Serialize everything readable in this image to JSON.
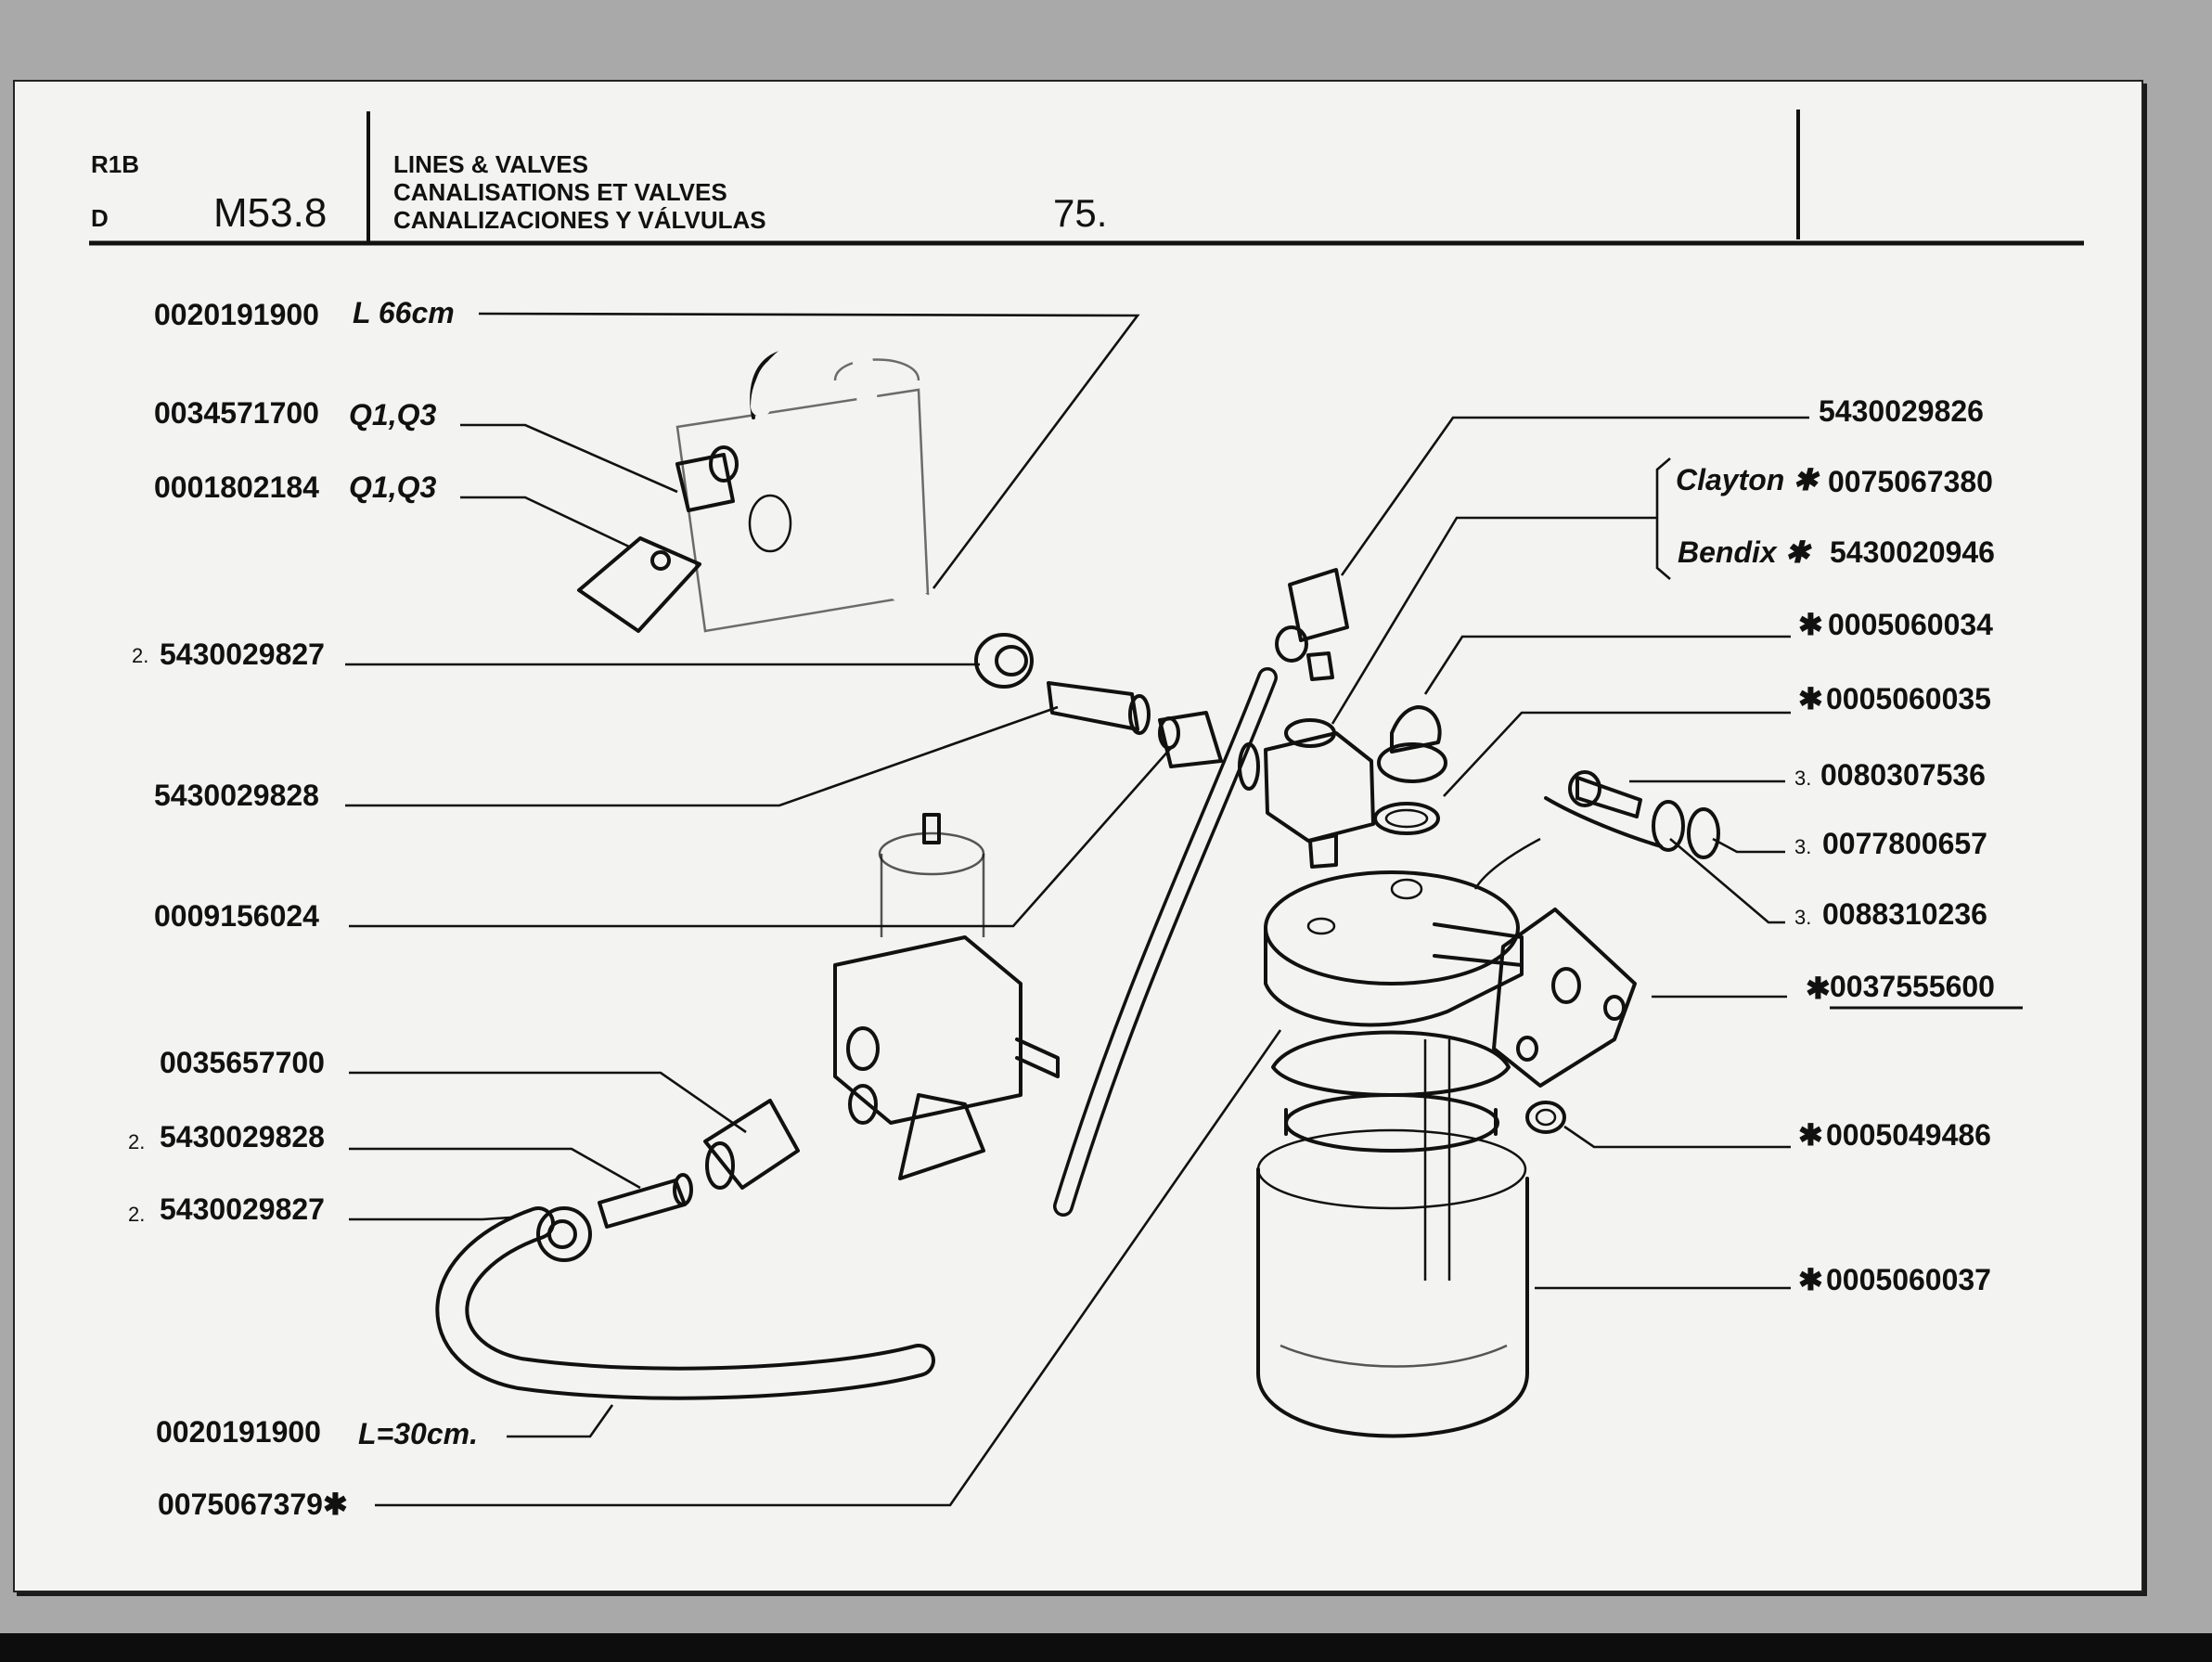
{
  "header": {
    "model": "R1B",
    "variant": "D",
    "section": "M53.8",
    "title_en": "LINES & VALVES",
    "title_fr": "CANALISATIONS ET VALVES",
    "title_es": "CANALIZACIONES Y VÁLVULAS",
    "page_number": "75."
  },
  "left_labels": [
    {
      "qty": "",
      "part": "0020191900",
      "note": "L 66cm"
    },
    {
      "qty": "",
      "part": "0034571700",
      "note": "Q1,Q3"
    },
    {
      "qty": "",
      "part": "0001802184",
      "note": "Q1,Q3"
    },
    {
      "qty": "2.",
      "part": "5430029827",
      "note": ""
    },
    {
      "qty": "",
      "part": "5430029828",
      "note": ""
    },
    {
      "qty": "",
      "part": "0009156024",
      "note": ""
    },
    {
      "qty": "",
      "part": "0035657700",
      "note": ""
    },
    {
      "qty": "2.",
      "part": "5430029828",
      "note": ""
    },
    {
      "qty": "2.",
      "part": "5430029827",
      "note": ""
    },
    {
      "qty": "",
      "part": "0020191900",
      "note": "L=30cm."
    },
    {
      "qty": "",
      "part": "0075067379✱",
      "note": ""
    }
  ],
  "right_labels": [
    {
      "prefix": "",
      "part": "5430029826"
    },
    {
      "prefix": "Clayton ✱",
      "part": "0075067380"
    },
    {
      "prefix": "Bendix ✱",
      "part": "5430020946"
    },
    {
      "prefix": "✱",
      "part": "0005060034"
    },
    {
      "prefix": "✱",
      "part": "0005060035"
    },
    {
      "prefix": "3.",
      "part": "0080307536"
    },
    {
      "prefix": "3.",
      "part": "0077800657"
    },
    {
      "prefix": "3.",
      "part": "0088310236"
    },
    {
      "prefix": "✱",
      "part": "0037555600"
    },
    {
      "prefix": "✱",
      "part": "0005049486"
    },
    {
      "prefix": "✱",
      "part": "0005060037"
    }
  ]
}
